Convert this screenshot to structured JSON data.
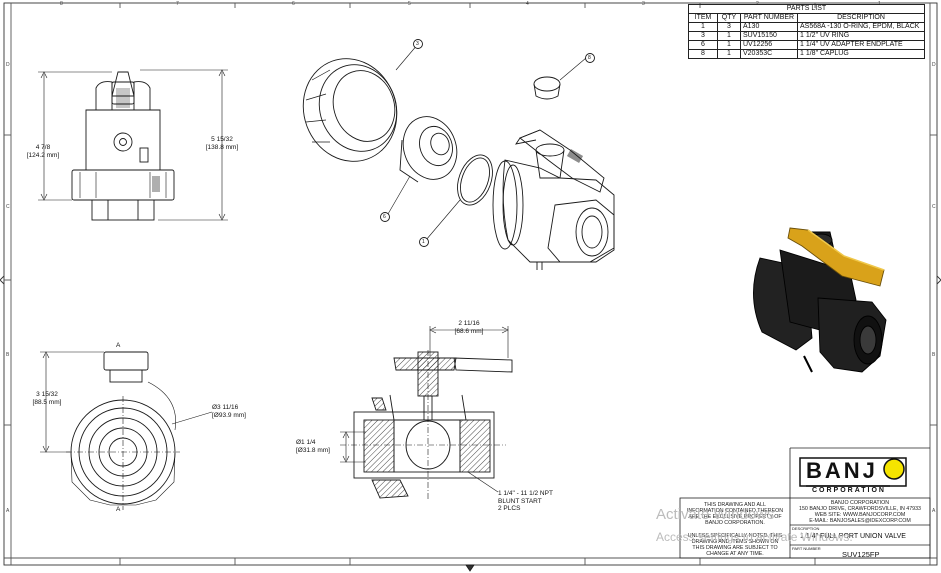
{
  "border": {
    "top_numbers": [
      "8",
      "7",
      "6",
      "5",
      "4",
      "3",
      "2",
      "1"
    ],
    "side_letters": [
      "D",
      "C",
      "B",
      "A"
    ]
  },
  "parts_list": {
    "title": "PARTS LIST",
    "headers": [
      "ITEM",
      "QTY",
      "PART NUMBER",
      "DESCRIPTION"
    ],
    "rows": [
      [
        "1",
        "3",
        "A130",
        "AS568A -130 O-RING, EPDM, BLACK"
      ],
      [
        "3",
        "1",
        "SUV15150",
        "1 1/2\" UV RING"
      ],
      [
        "6",
        "1",
        "UV12256",
        "1 1/4\" UV ADAPTER ENDPLATE"
      ],
      [
        "8",
        "1",
        "V20353C",
        "1 1/8\" CAPLUG"
      ]
    ]
  },
  "balloons": {
    "b1": "1",
    "b3": "3",
    "b6": "6",
    "b8": "8"
  },
  "dimensions": {
    "height_front": "4 7/8",
    "height_front_mm": "[124.2 mm]",
    "height_side": "5 15/32",
    "height_side_mm": "[138.8 mm]",
    "height_end": "3 15/32",
    "height_end_mm": "[88.5 mm]",
    "dia_end": "Ø3 11/16",
    "dia_end_mm": "[Ø93.9 mm]",
    "handle_width": "2 11/16",
    "handle_width_mm": "[68.6 mm]",
    "bore": "Ø1 1/4",
    "bore_mm": "[Ø31.8 mm]",
    "section_label_top": "A",
    "section_label_bottom": "A"
  },
  "thread_note": [
    "1 1/4\" - 11 1/2 NPT",
    "BLUNT START",
    "2 PLCS"
  ],
  "title_block": {
    "notice": [
      "THIS DRAWING AND ALL",
      "INFORMATION CONTAINED THEREON",
      "ARE THE EXCLUSIVE PROPERTY OF",
      "BANJO CORPORATION."
    ],
    "notice2": [
      "UNLESS SPECIFICALLY NOTED, THIS",
      "DRAWING AND ITEMS SHOWN ON",
      "THIS DRAWING ARE SUBJECT TO",
      "CHANGE AT ANY TIME."
    ],
    "logo_text": "BANJ",
    "logo_sub": "CORPORATION",
    "company": "BANJO CORPORATION",
    "address": "150 BANJO DRIVE, CRAWFORDSVILLE, IN 47933",
    "web": "WEB SITE: WWW.BANJOCORP.COM",
    "email": "E-MAIL: BANJOSALES@IDEXCORP.COM",
    "desc_label": "DESCRIPTION",
    "description": "1 1/4\" FULL PORT UNION VALVE",
    "part_label": "PART NUMBER",
    "part_number": "SUV125FP"
  },
  "watermark": {
    "line1": "Activate Windows",
    "line2": "Access settings to activate Windows."
  },
  "colors": {
    "line": "#1a1a1a",
    "handle_yellow": "#d9a21a",
    "body_black": "#1b1b1b"
  }
}
